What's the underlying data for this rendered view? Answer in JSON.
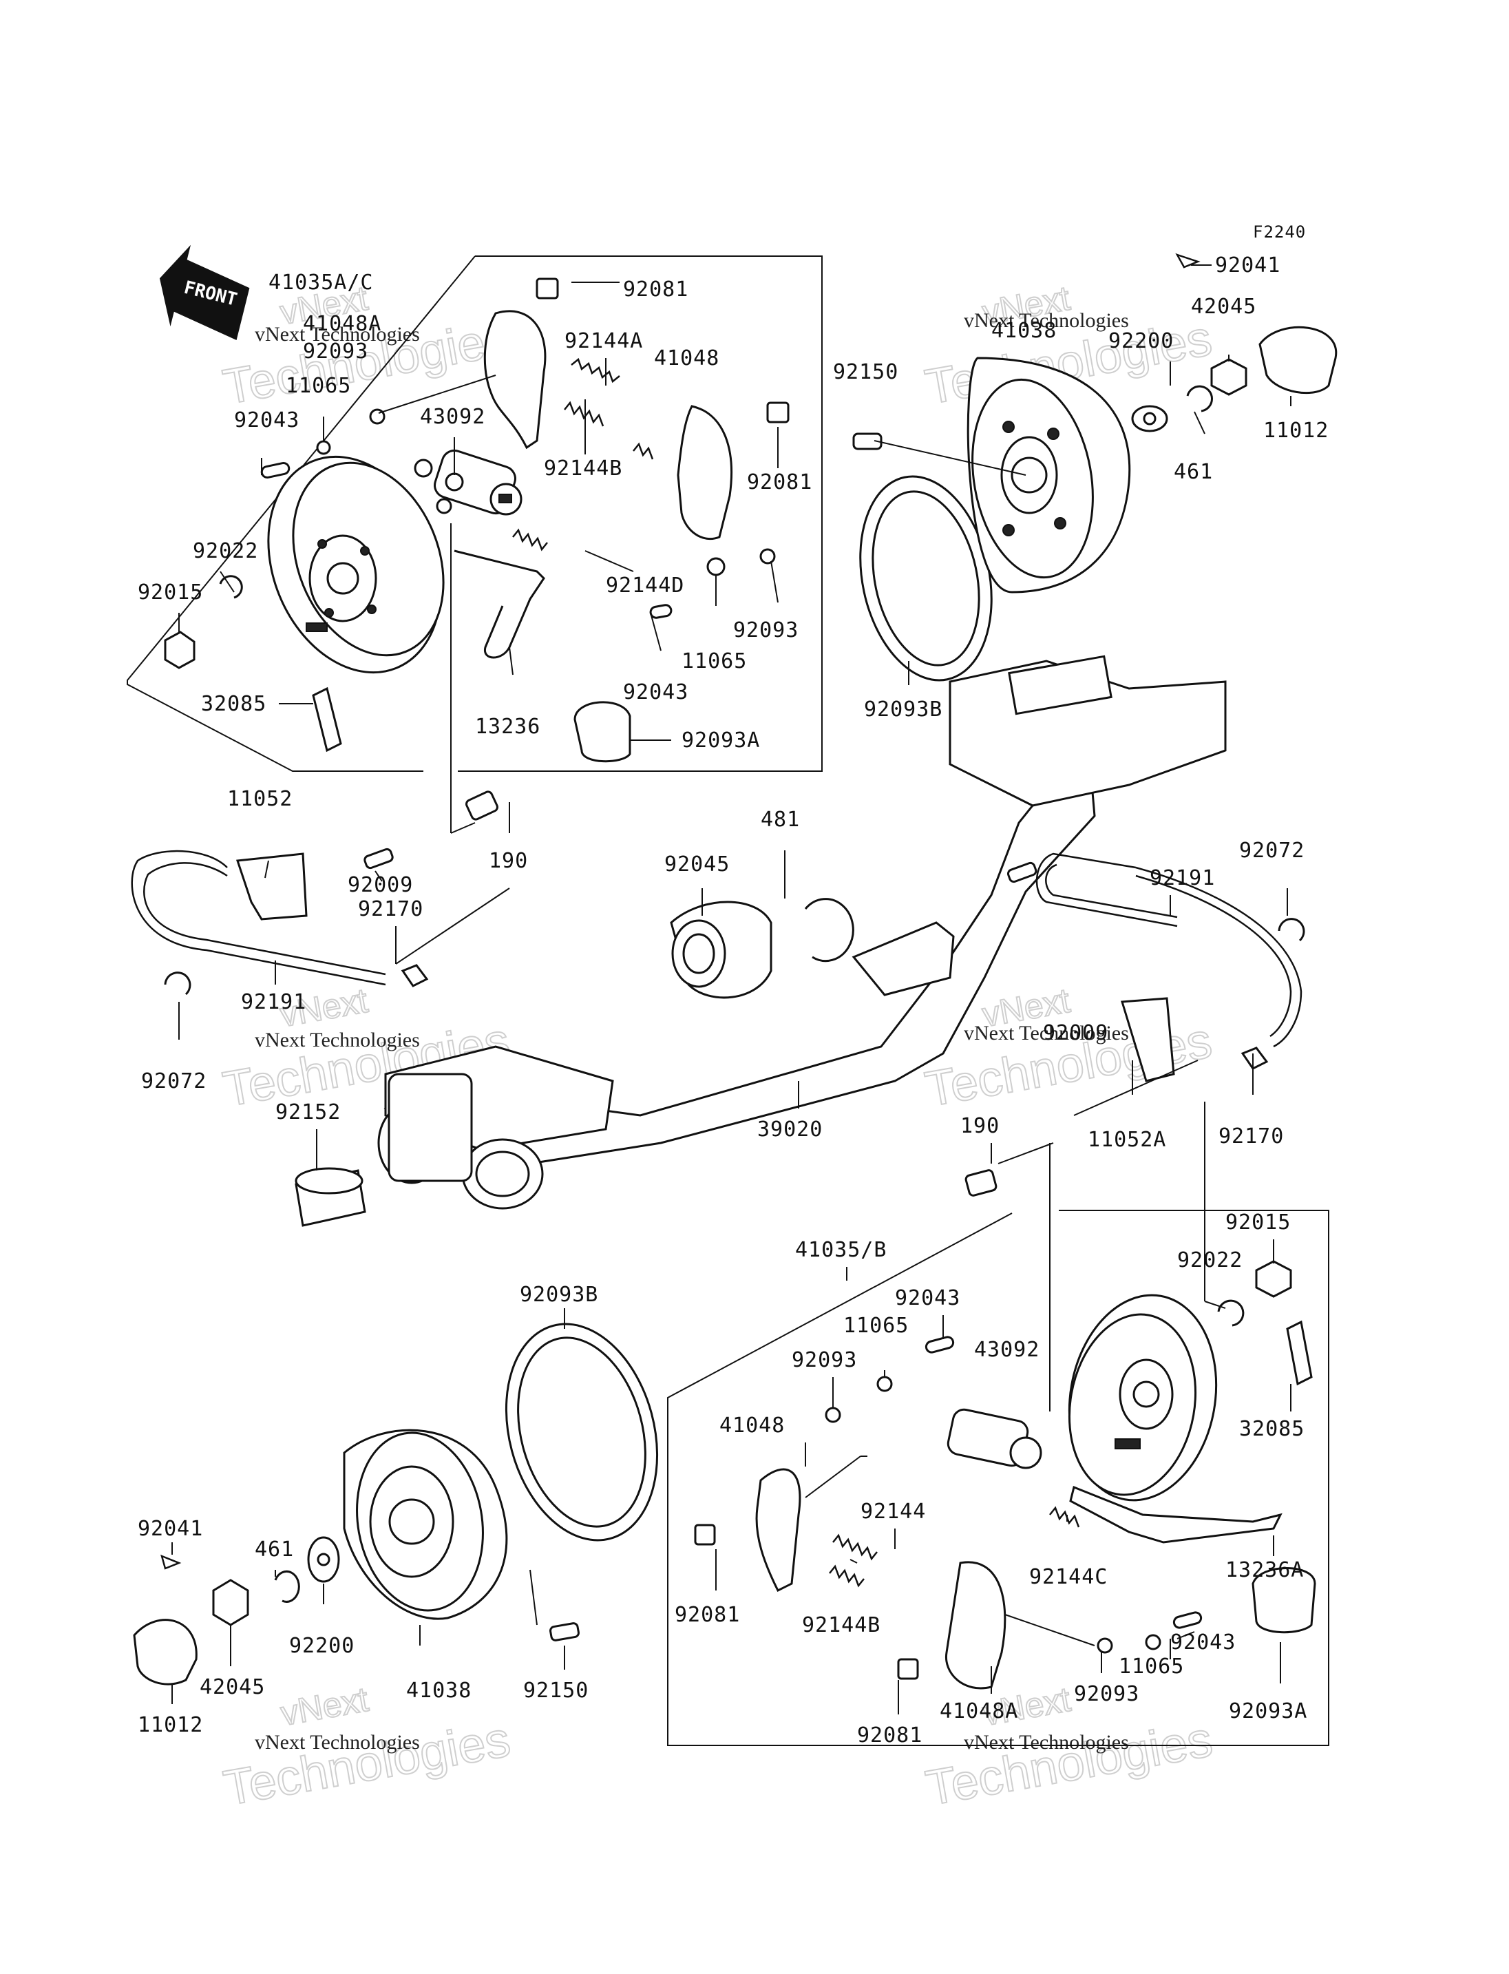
{
  "diagram_code": "F2240",
  "direction_label": "FRONT",
  "watermark": {
    "line1": "vNext Technologies",
    "line2": "Technologies",
    "line3": "vNext"
  },
  "labels": [
    "92041",
    "42045",
    "11012",
    "461",
    "92200",
    "41038",
    "92150",
    "92093B",
    "41035A/C",
    "41048A",
    "92093",
    "11065",
    "92043",
    "92022",
    "92015",
    "32085",
    "43092",
    "13236",
    "92081",
    "92144A",
    "41048",
    "92144B",
    "92144D",
    "92093A",
    "11052",
    "92009",
    "92170",
    "190",
    "92191",
    "92072",
    "92152",
    "39020",
    "92045",
    "481",
    "11052A",
    "41035/B",
    "92144",
    "92144C",
    "13236A",
    "41048A"
  ]
}
